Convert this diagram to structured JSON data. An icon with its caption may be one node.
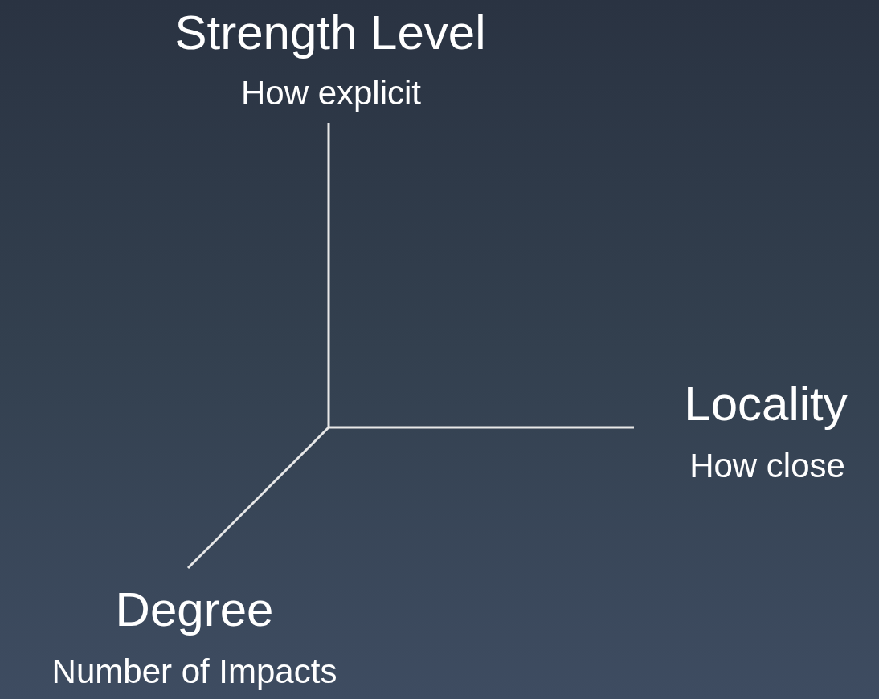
{
  "diagram": {
    "labels": [
      "Strength Level",
      "How explicit",
      "Locality",
      "How close",
      "Degree",
      "Number of Impacts"
    ]
  }
}
